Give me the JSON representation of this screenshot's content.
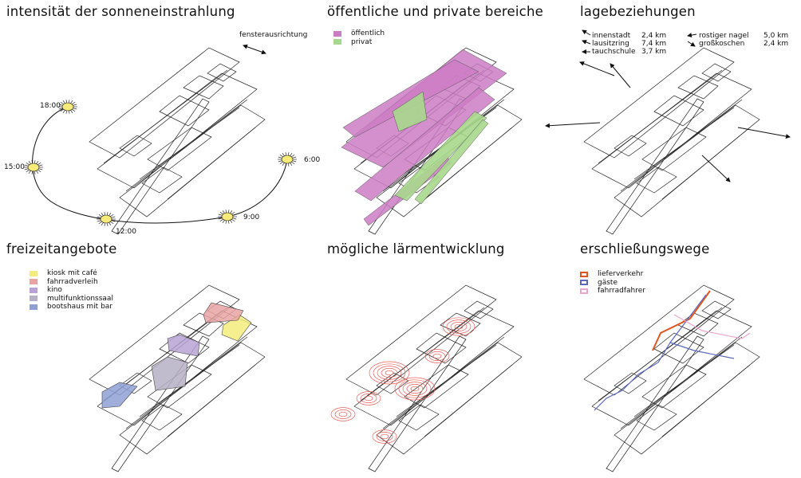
{
  "panels": {
    "sun": {
      "title": "intensität der sonneneinstrahlung",
      "orientation_label": "fensterausrichtung",
      "times": [
        "18:00",
        "15:00",
        "12:00",
        "9:00",
        "6:00"
      ],
      "sun_color": "#f7ec7a"
    },
    "public_private": {
      "title": "öffentliche und private bereiche",
      "legend": [
        {
          "label": "öffentlich",
          "color": "#cc7cc4"
        },
        {
          "label": "privat",
          "color": "#a8d88c"
        }
      ]
    },
    "location": {
      "title": "lagebeziehungen",
      "left_list": [
        {
          "name": "innenstadt",
          "distance": "2,4 km"
        },
        {
          "name": "lausitzring",
          "distance": "7,4 km"
        },
        {
          "name": "tauchschule",
          "distance": "3,7 km"
        }
      ],
      "right_list": [
        {
          "name": "rostiger nagel",
          "distance": "5,0 km"
        },
        {
          "name": "großkoschen",
          "distance": "2,4 km"
        }
      ]
    },
    "leisure": {
      "title": "freizeitangebote",
      "legend": [
        {
          "label": "kiosk mit café",
          "color": "#f4ec7c"
        },
        {
          "label": "fahrradverleih",
          "color": "#e9a3a3"
        },
        {
          "label": "kino",
          "color": "#b9a3d6"
        },
        {
          "label": "multifunktionssaal",
          "color": "#b6b0c4"
        },
        {
          "label": "bootshaus mit bar",
          "color": "#8ea0d4"
        }
      ]
    },
    "noise": {
      "title": "mögliche lärmentwicklung",
      "ring_color": "#e8605a"
    },
    "access": {
      "title": "erschließungswege",
      "legend": [
        {
          "label": "lieferverkehr",
          "color": "#e2541c"
        },
        {
          "label": "gäste",
          "color": "#5a68c0"
        },
        {
          "label": "fahrradfahrer",
          "color": "#eaa6cf"
        }
      ]
    }
  }
}
